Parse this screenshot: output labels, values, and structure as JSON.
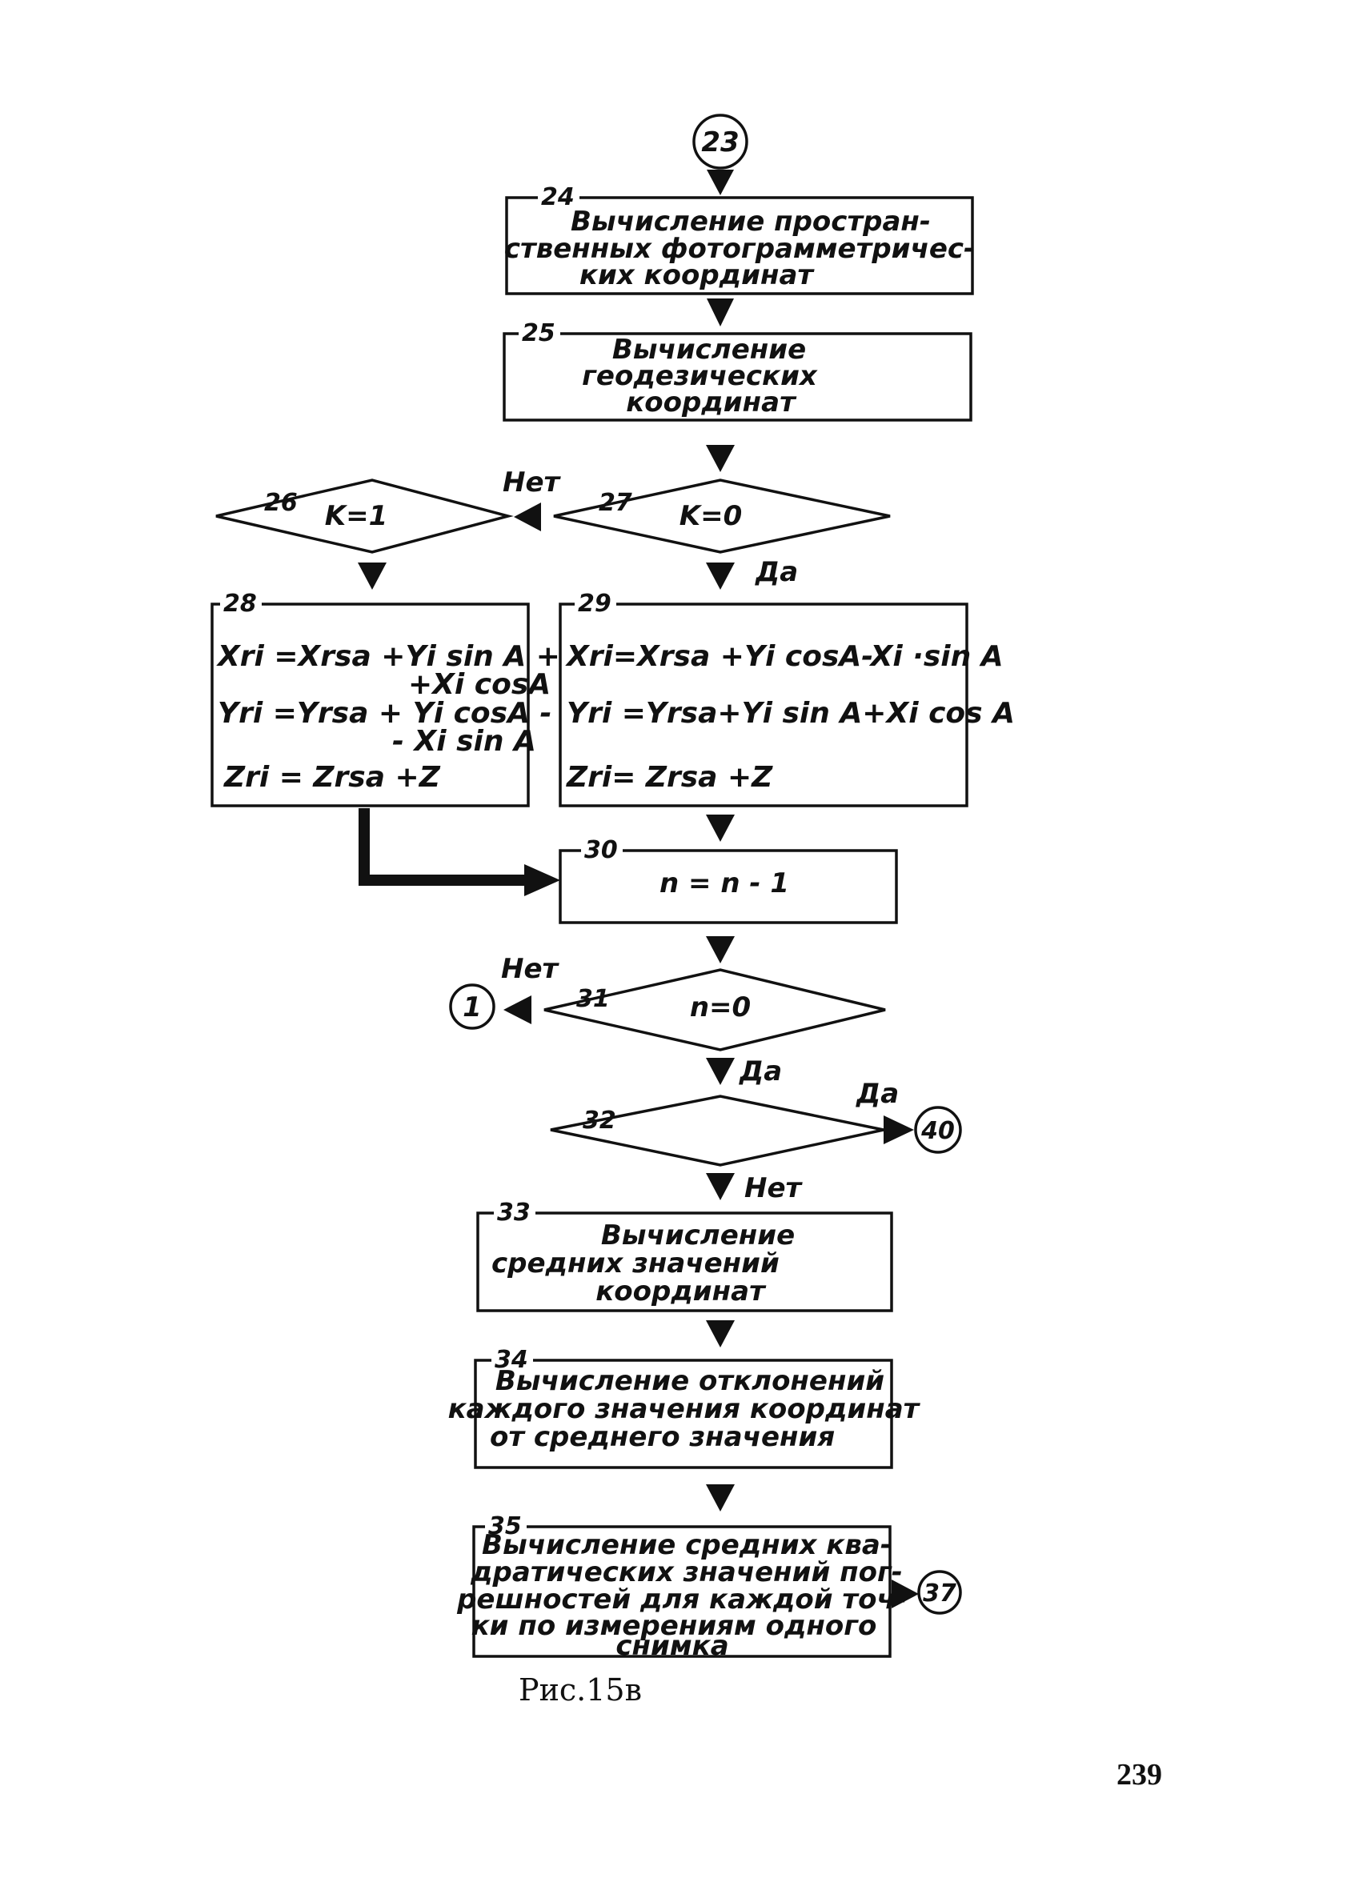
{
  "connectors": {
    "top": "23",
    "left_exit": "1",
    "right_exit": "40",
    "bottom_exit": "37"
  },
  "blocks": {
    "b24": {
      "num": "24",
      "lines": [
        "Вычисление простран-",
        "ственных фотограмметричес-",
        "ких координат"
      ]
    },
    "b25": {
      "num": "25",
      "lines": [
        "Вычисление",
        "геодезических",
        "координат"
      ]
    },
    "d26": {
      "num": "26",
      "cond": "K=1"
    },
    "d27": {
      "num": "27",
      "cond": "K=0"
    },
    "b28": {
      "num": "28",
      "lines": [
        "Xri =Xrsa +Yi sin A +",
        "+Xi cosA",
        "Yri =Yrsa + Yi cosA -",
        "- Xi sin A",
        "Zri = Zrsa  +Z"
      ]
    },
    "b29": {
      "num": "29",
      "lines": [
        "Xri=Xrsa +Yi cosA-Xi ·sin A",
        "Yri =Yrsa+Yi sin A+Xi cos A",
        "Zri= Zrsa  +Z"
      ]
    },
    "b30": {
      "num": "30",
      "text": "n = n - 1"
    },
    "d31": {
      "num": "31",
      "cond": "n=0"
    },
    "d32": {
      "num": "32",
      "cond": ""
    },
    "b33": {
      "num": "33",
      "lines": [
        "Вычисление",
        "средних значений",
        "координат"
      ]
    },
    "b34": {
      "num": "34",
      "lines": [
        "Вычисление отклонений",
        "каждого значения координат",
        "от среднего значения"
      ]
    },
    "b35": {
      "num": "35",
      "lines": [
        "Вычисление средних ква-",
        "дратических значений пог-",
        "решностей для каждой точ-",
        "ки по измерениям одного",
        "снимка"
      ]
    }
  },
  "branches": {
    "no": "Нет",
    "yes": "Да"
  },
  "caption": "Рис.15в",
  "page_number": "239"
}
